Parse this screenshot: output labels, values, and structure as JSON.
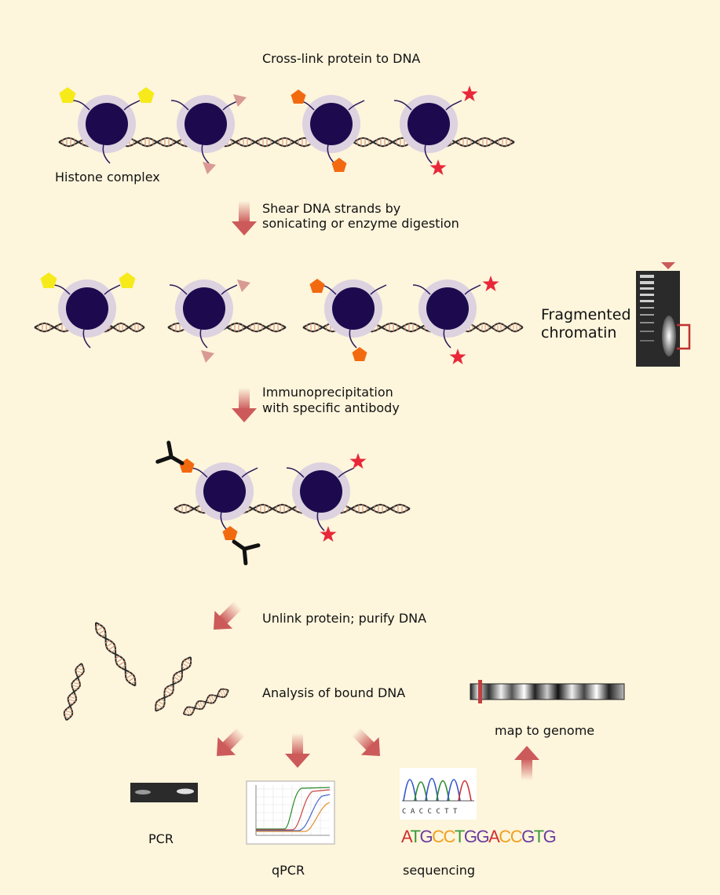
{
  "steps": {
    "crosslink": "Cross-link protein to DNA",
    "histone": "Histone complex",
    "shear_line1": "Shear DNA strands by",
    "shear_line2": "sonicating or enzyme digestion",
    "fragmented_line1": "Fragmented",
    "fragmented_line2": "chromatin",
    "ip_line1": "Immunoprecipitation",
    "ip_line2": "with specific antibody",
    "unlink": "Unlink protein; purify DNA",
    "analysis": "Analysis of bound DNA",
    "map": "map to genome",
    "pcr": "PCR",
    "qpcr": "qPCR",
    "sequencing": "sequencing"
  },
  "sequence": {
    "bases": [
      "A",
      "T",
      "G",
      "C",
      "C",
      "T",
      "G",
      "G",
      "A",
      "C",
      "C",
      "G",
      "T",
      "G"
    ],
    "colors": {
      "A": "#d03030",
      "T": "#3b9a3b",
      "G": "#6a3ca0",
      "C": "#f0a020"
    },
    "chromatogram_letters": "C A C C C T T"
  },
  "colors": {
    "histone": "#1d0a4e",
    "halo": "#dcd2e0",
    "yellow_mark": "#f6ea1a",
    "orange_mark": "#f26a10",
    "red_mark": "#e8283a",
    "pink_mark": "#d99a94",
    "arrow": "#cc5a5a",
    "background": "#fdf5dc"
  }
}
